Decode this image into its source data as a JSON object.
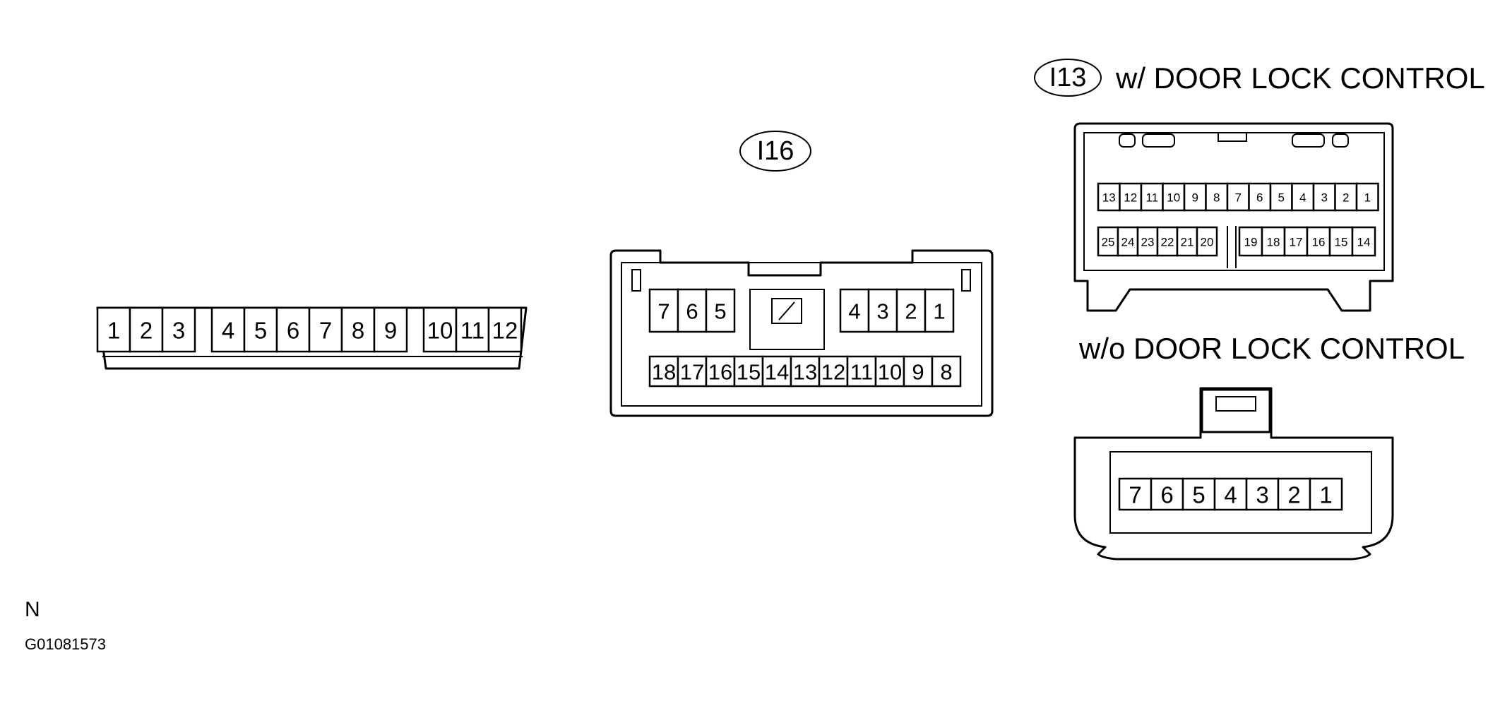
{
  "connectors": {
    "inline12": {
      "pins": [
        "1",
        "2",
        "3",
        "4",
        "5",
        "6",
        "7",
        "8",
        "9",
        "10",
        "11",
        "12"
      ]
    },
    "i16": {
      "tag": "I16",
      "top_left_pins": [
        "7",
        "6",
        "5"
      ],
      "top_right_pins": [
        "4",
        "3",
        "2",
        "1"
      ],
      "bottom_pins": [
        "18",
        "17",
        "16",
        "15",
        "14",
        "13",
        "12",
        "11",
        "10",
        "9",
        "8"
      ]
    },
    "i13_with": {
      "tag": "I13",
      "caption": "w/ DOOR LOCK CONTROL",
      "top_pins": [
        "13",
        "12",
        "11",
        "10",
        "9",
        "8",
        "7",
        "6",
        "5",
        "4",
        "3",
        "2",
        "1"
      ],
      "bottom_left_pins": [
        "25",
        "24",
        "23",
        "22",
        "21",
        "20"
      ],
      "bottom_right_pins": [
        "19",
        "18",
        "17",
        "16",
        "15",
        "14"
      ]
    },
    "i13_without": {
      "caption": "w/o DOOR LOCK CONTROL",
      "pins": [
        "7",
        "6",
        "5",
        "4",
        "3",
        "2",
        "1"
      ]
    }
  },
  "footer": {
    "letter": "N",
    "figure_id": "G01081573"
  }
}
